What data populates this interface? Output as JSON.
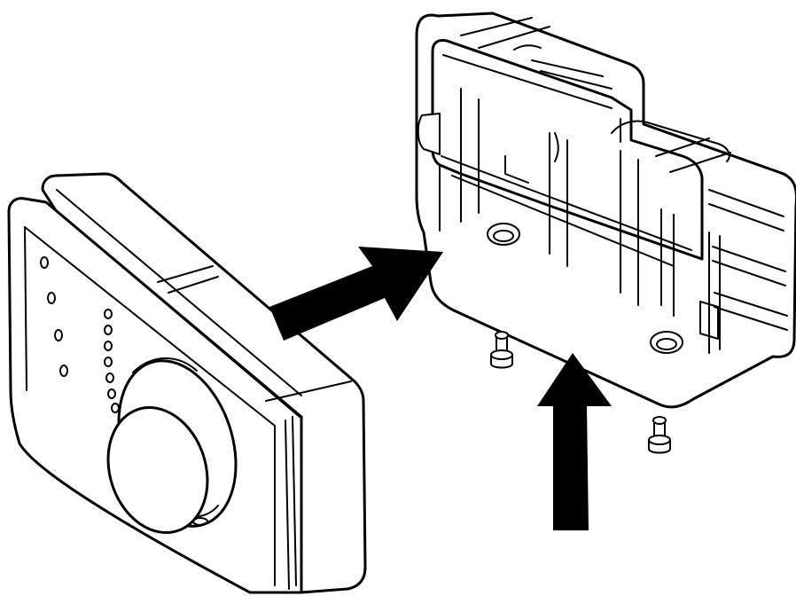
{
  "diagram": {
    "components": [
      {
        "id": "controller",
        "icon": "thermostat-controller-with-dial"
      },
      {
        "id": "backbox",
        "icon": "surface-mounting-back-box"
      },
      {
        "id": "screws",
        "icon": "mounting-screw",
        "count": 2
      }
    ],
    "arrows": [
      {
        "from": "controller",
        "to": "backbox",
        "direction": "right"
      },
      {
        "from": "screws",
        "to": "backbox",
        "direction": "up"
      }
    ],
    "colors": {
      "line": "#000000",
      "background": "#ffffff"
    }
  }
}
